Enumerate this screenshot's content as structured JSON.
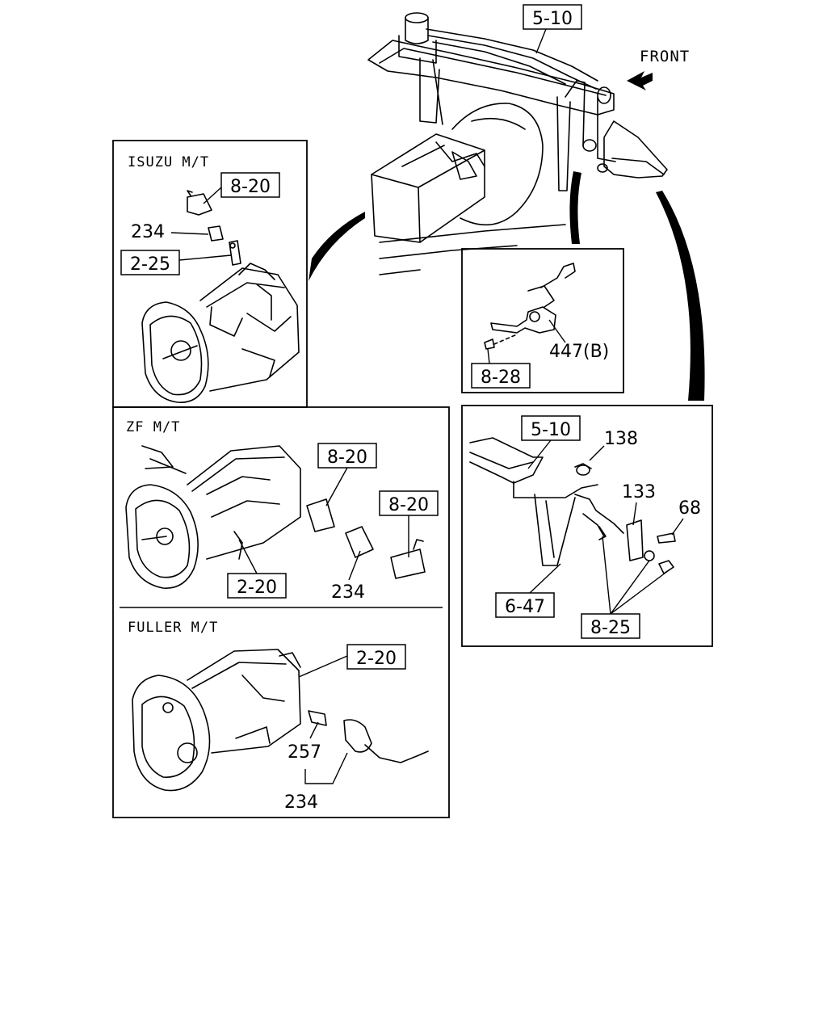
{
  "orientation": {
    "front_label": "FRONT"
  },
  "main_view": {
    "ref_5_10": "5-10"
  },
  "isuzu_panel": {
    "title": "ISUZU M/T",
    "ref_8_20": "8-20",
    "part_234": "234",
    "ref_2_25": "2-25"
  },
  "zf_panel": {
    "title": "ZF M/T",
    "ref_8_20_a": "8-20",
    "ref_8_20_b": "8-20",
    "ref_2_20": "2-20",
    "part_234": "234"
  },
  "fuller_panel": {
    "title": "FULLER M/T",
    "ref_2_20": "2-20",
    "part_257": "257",
    "part_234": "234"
  },
  "switch_detail": {
    "part_447b": "447(B)",
    "ref_8_28": "8-28"
  },
  "bracket_detail": {
    "ref_5_10": "5-10",
    "part_138": "138",
    "part_133": "133",
    "part_68": "68",
    "ref_6_47": "6-47",
    "ref_8_25": "8-25"
  }
}
